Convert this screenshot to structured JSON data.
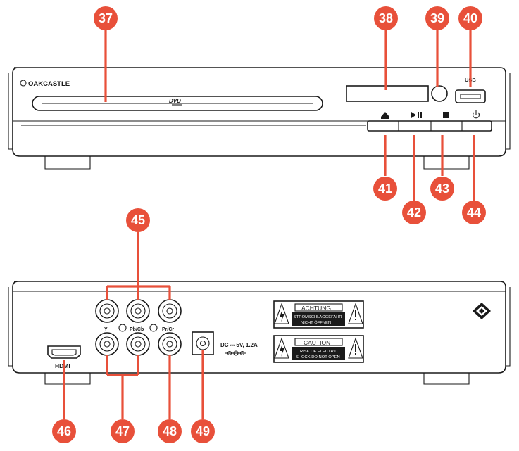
{
  "front": {
    "brand": "OAKCASTLE",
    "disc_logo": "DVD",
    "usb_label": "USB",
    "button_icons": [
      "eject-icon",
      "play-pause-icon",
      "stop-icon",
      "power-icon"
    ]
  },
  "rear": {
    "port_labels": {
      "y": "Y",
      "pb": "Pb/Cb",
      "pr": "Pr/Cr",
      "hdmi": "HDMI"
    },
    "dc_label": "DC ⎓ 5V, 1.2A",
    "warning_de": {
      "title": "ACHTUNG",
      "line1": "STROMSCHLAGGEFAHR",
      "line2": "NICHT ÖFFNEN"
    },
    "warning_en": {
      "title": "CAUTION",
      "line1": "RISK OF ELECTRIC",
      "line2": "SHOCK DO NOT OPEN"
    }
  },
  "callouts": {
    "c37": "37",
    "c38": "38",
    "c39": "39",
    "c40": "40",
    "c41": "41",
    "c42": "42",
    "c43": "43",
    "c44": "44",
    "c45": "45",
    "c46": "46",
    "c47": "47",
    "c48": "48",
    "c49": "49"
  },
  "colors": {
    "callout": "#e8503a",
    "line": "#1a1a1a"
  }
}
